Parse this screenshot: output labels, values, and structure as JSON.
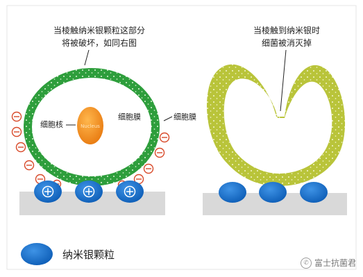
{
  "colors": {
    "membrane_green": "#2e9e3c",
    "membrane_olive": "#b9c43a",
    "nucleus_orange": "#f08a1a",
    "silver_blue": "#1a6fc8",
    "charge_red": "#d84a2a",
    "gray_bar": "#d9d9d9"
  },
  "left": {
    "caption_line1": "当棱触纳米银颗粒这部分",
    "caption_line2": "将被破坏，如同右图",
    "nucleus_label": "细胞核",
    "nucleus_text": "Nucleus",
    "membrane_label": "细胞膜",
    "wall_label": "细胞膜",
    "positive_sign": "⊕",
    "negative_sign": "⊖"
  },
  "right": {
    "caption_line1": "当棱触到纳米银时",
    "caption_line2": "细菌被消灭掉"
  },
  "legend": {
    "label": "纳米银颗粒"
  },
  "watermark": {
    "text": "富士抗菌君",
    "icon": "wechat-icon"
  }
}
